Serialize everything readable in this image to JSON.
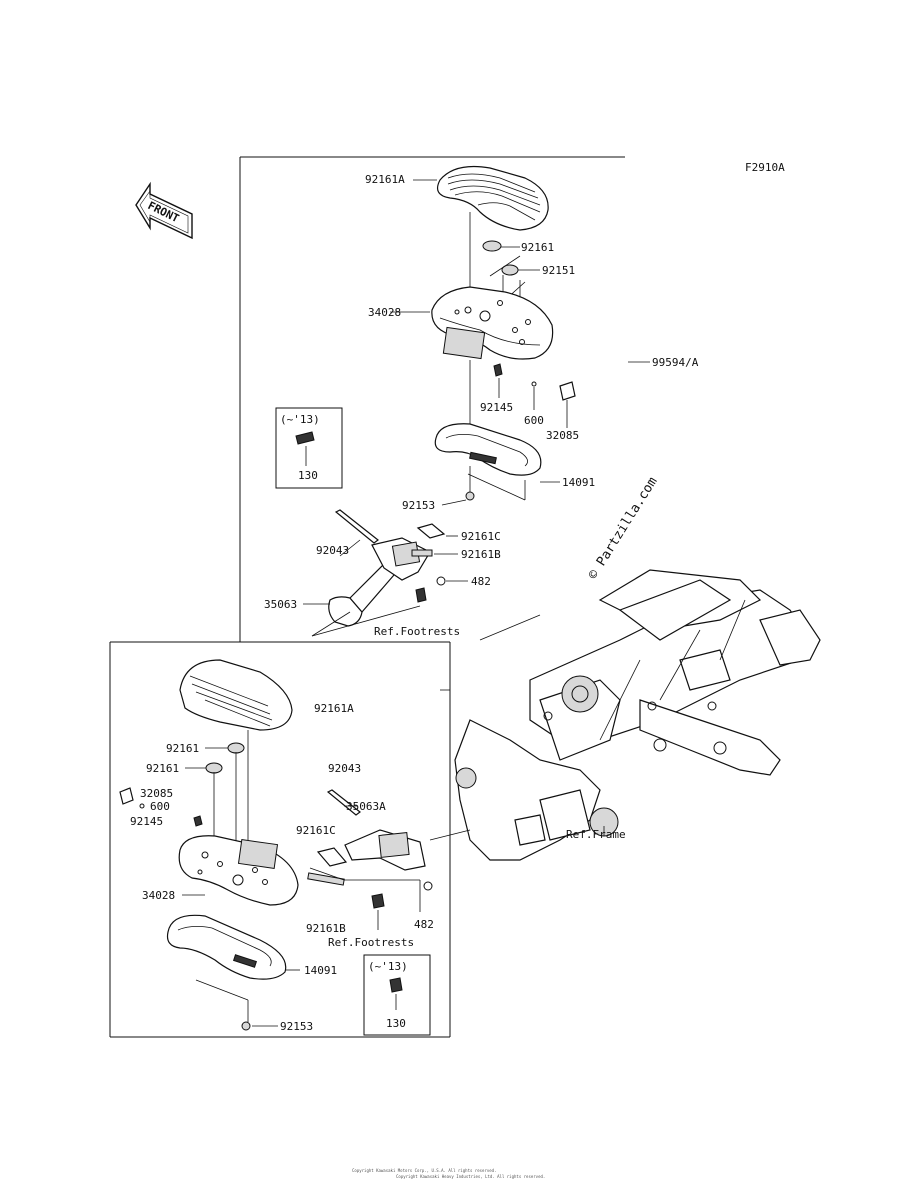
{
  "diagram_code": "F2910A",
  "watermark": "© Partzilla.com",
  "front_label": "FRONT",
  "copyright_line1": "Copyright Kawasaki Motors Corp., U.S.A. All rights reserved.",
  "copyright_line2": "Copyright Kawasaki Heavy Industries, Ltd. All rights reserved.",
  "top_callouts": {
    "p92161A": "92161A",
    "p92161": "92161",
    "p92151": "92151",
    "p34028": "34028",
    "p99594A": "99594/A",
    "p92145": "92145",
    "p600": "600",
    "p32085": "32085",
    "p14091": "14091",
    "p92153": "92153",
    "p92043": "92043",
    "p92161C": "92161C",
    "p92161B": "92161B",
    "p482": "482",
    "p35063": "35063",
    "ref_footrests": "Ref.Footrests",
    "inset_label": "(~'13)",
    "inset_part": "130"
  },
  "bottom_callouts": {
    "p92161A": "92161A",
    "p92161_a": "92161",
    "p92161_b": "92161",
    "p32085": "32085",
    "p600": "600",
    "p92145": "92145",
    "p34028": "34028",
    "p14091": "14091",
    "p92153": "92153",
    "p92043": "92043",
    "p35063A": "35063A",
    "p92161C": "92161C",
    "p92161B": "92161B",
    "p482": "482",
    "ref_footrests": "Ref.Footrests",
    "ref_frame": "Ref.Frame",
    "inset_label": "(~'13)",
    "inset_part": "130"
  }
}
